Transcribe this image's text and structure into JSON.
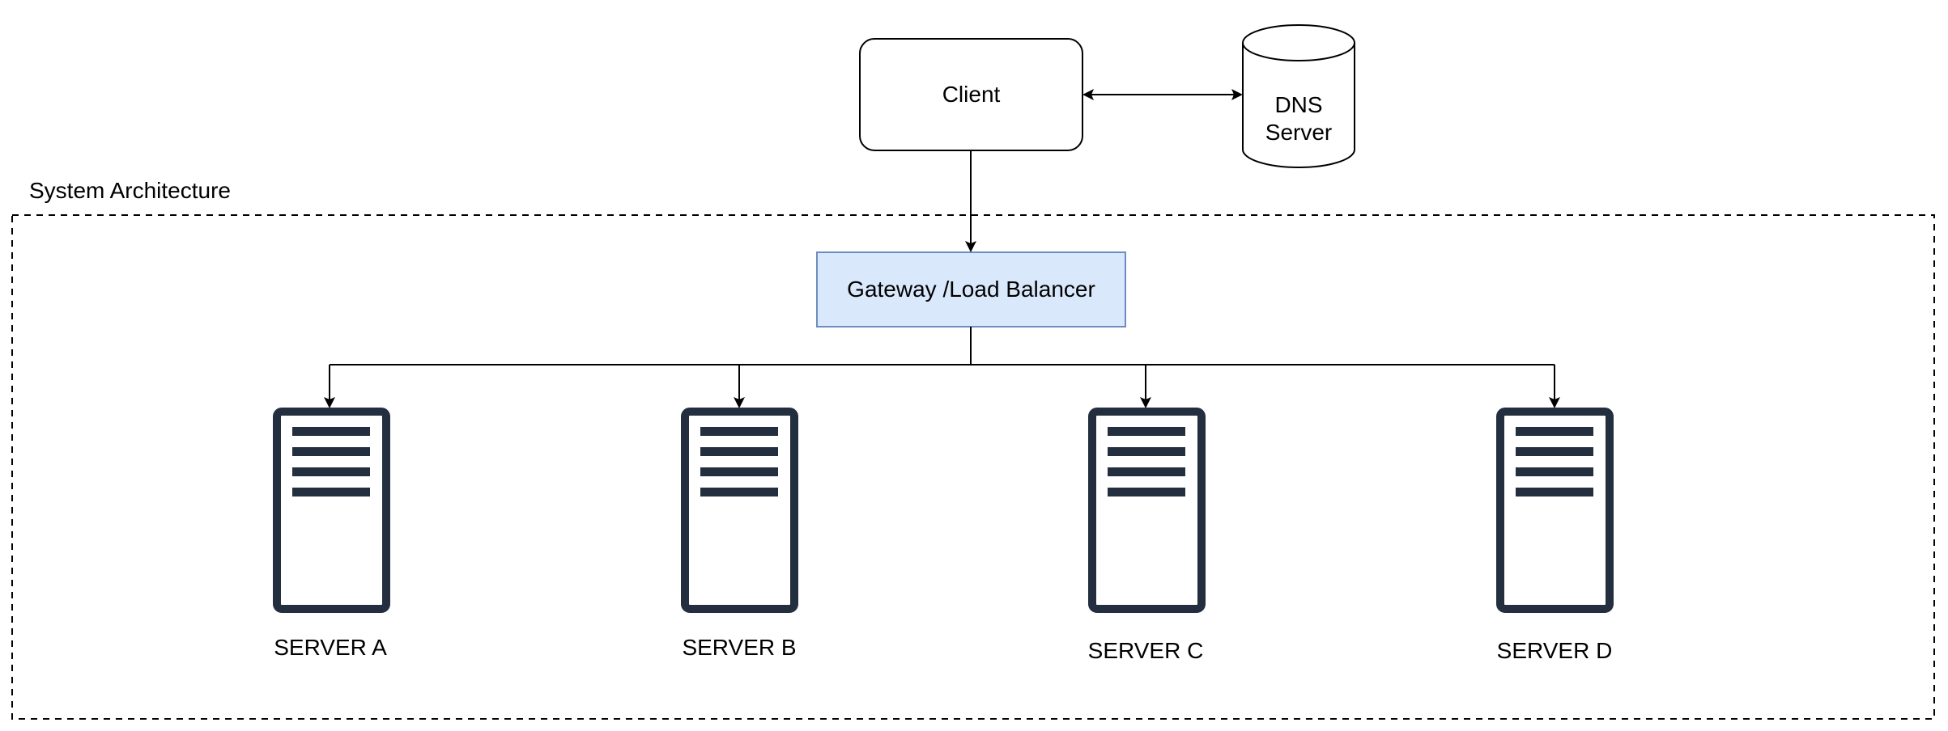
{
  "diagram": {
    "section_title": "System Architecture",
    "nodes": {
      "client": {
        "label": "Client"
      },
      "dns_server": {
        "label": "DNS Server"
      },
      "gateway": {
        "label": "Gateway /Load Balancer",
        "fill_color": "#dae8fc",
        "border_color": "#6c8ebf"
      },
      "servers": [
        {
          "label": "SERVER A",
          "icon": "server-rack-icon"
        },
        {
          "label": "SERVER B",
          "icon": "server-rack-icon"
        },
        {
          "label": "SERVER C",
          "icon": "server-rack-icon"
        },
        {
          "label": "SERVER D",
          "icon": "server-rack-icon"
        }
      ]
    },
    "colors": {
      "line": "#000000",
      "server_icon": "#232f3e",
      "background": "#ffffff"
    },
    "edges": [
      {
        "from": "client",
        "to": "dns_server",
        "direction": "bidirectional"
      },
      {
        "from": "client",
        "to": "gateway",
        "direction": "forward"
      },
      {
        "from": "gateway",
        "to": "server_a",
        "direction": "forward"
      },
      {
        "from": "gateway",
        "to": "server_b",
        "direction": "forward"
      },
      {
        "from": "gateway",
        "to": "server_c",
        "direction": "forward"
      },
      {
        "from": "gateway",
        "to": "server_d",
        "direction": "forward"
      }
    ]
  }
}
